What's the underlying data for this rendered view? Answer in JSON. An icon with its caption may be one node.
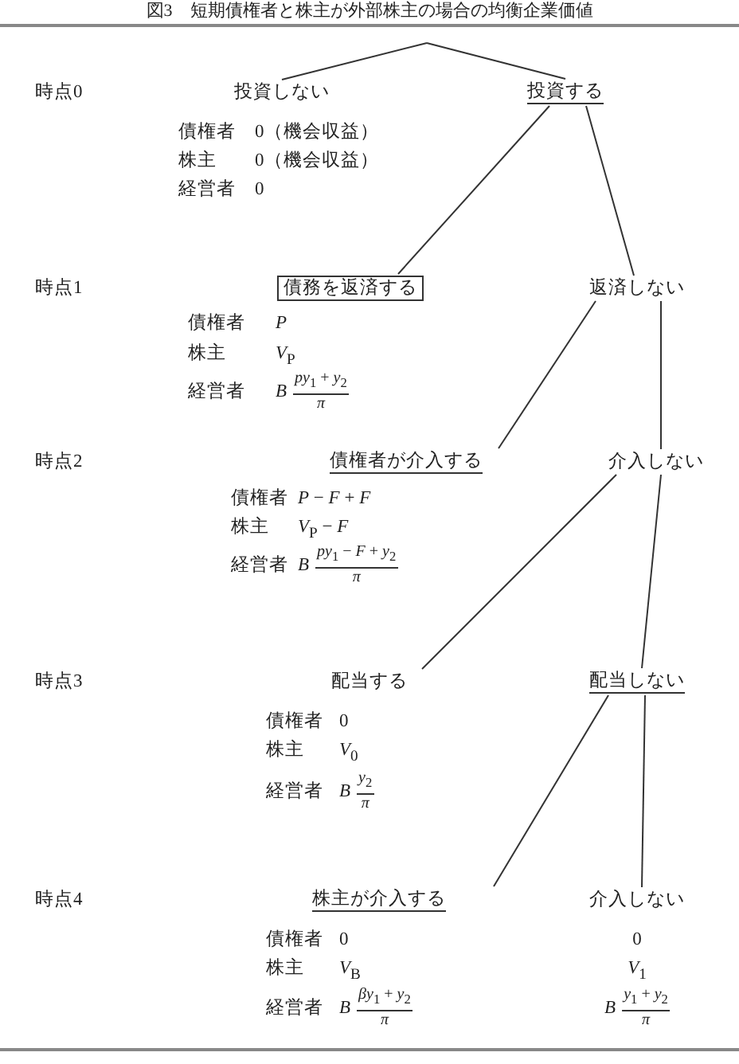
{
  "diagram": {
    "title": "図3　短期債権者と株主が外部株主の場合の均衡企業価値",
    "nodes": [
      {
        "text": [
          "投資しない"
        ],
        "beside": [
          "債権者",
          "0（機会収益）",
          "株主",
          "0（機会収益）",
          "経営者",
          "0"
        ]
      },
      {
        "text": [
          "投資する"
        ]
      },
      {
        "text": [
          "債務を返済する"
        ],
        "beside": [
          "債権者",
          "*P*",
          "株主",
          "*V*$_{P}$",
          "経営者",
          "*B*",
          "*py*$_{1}$ + *y*$_{2}$",
          "*π*"
        ]
      },
      {
        "text": [
          "返済しない"
        ]
      },
      {
        "text": [
          "債権者が介入する"
        ],
        "beside": [
          "債権者",
          "*P* − *F* + *F*",
          "株主",
          "*V*$_{P}$ − *F*",
          "経営者",
          "*B*",
          "*py*$_{1}$ − *F* + *y*$_{2}$",
          "*π*"
        ]
      },
      {
        "text": [
          "介入しない"
        ]
      },
      {
        "text": [
          "配当する"
        ],
        "beside": [
          "債権者",
          "0",
          "株主",
          "*V*$_{0}$",
          "経営者",
          "*B*",
          "*y*$_{2}$",
          "*π*"
        ]
      },
      {
        "text": [
          "配当しない"
        ]
      },
      {
        "text": [
          "株主が介入する"
        ],
        "beside": [
          "債権者",
          "0",
          "株主",
          "*V*$_{B}$",
          "経営者",
          "*B*",
          "*βy*$_{1}$ + *y*$_{2}$",
          "*π*"
        ]
      },
      {
        "text": [
          "介入しない"
        ],
        "beside": [
          "0",
          "*V*$_{1}$",
          "*B*",
          "*y*$_{1}$ + *y*$_{2}$",
          "*π*"
        ]
      }
    ],
    "edges": [
      {
        "from": null,
        "to": 0,
        "arrow": "none"
      },
      {
        "from": null,
        "to": 1,
        "arrow": "none"
      },
      {
        "from": 1,
        "to": 2,
        "arrow": "none"
      },
      {
        "from": 1,
        "to": 3,
        "arrow": "none"
      },
      {
        "from": 3,
        "to": 4,
        "arrow": "none"
      },
      {
        "from": 3,
        "to": 5,
        "arrow": "none"
      },
      {
        "from": 5,
        "to": 6,
        "arrow": "none"
      },
      {
        "from": 5,
        "to": 7,
        "arrow": "none"
      },
      {
        "from": 7,
        "to": 8,
        "arrow": "none"
      },
      {
        "from": 7,
        "to": 9,
        "arrow": "none"
      }
    ],
    "labels": [
      "時点0",
      "時点1",
      "時点2",
      "時点3",
      "時点4"
    ]
  }
}
